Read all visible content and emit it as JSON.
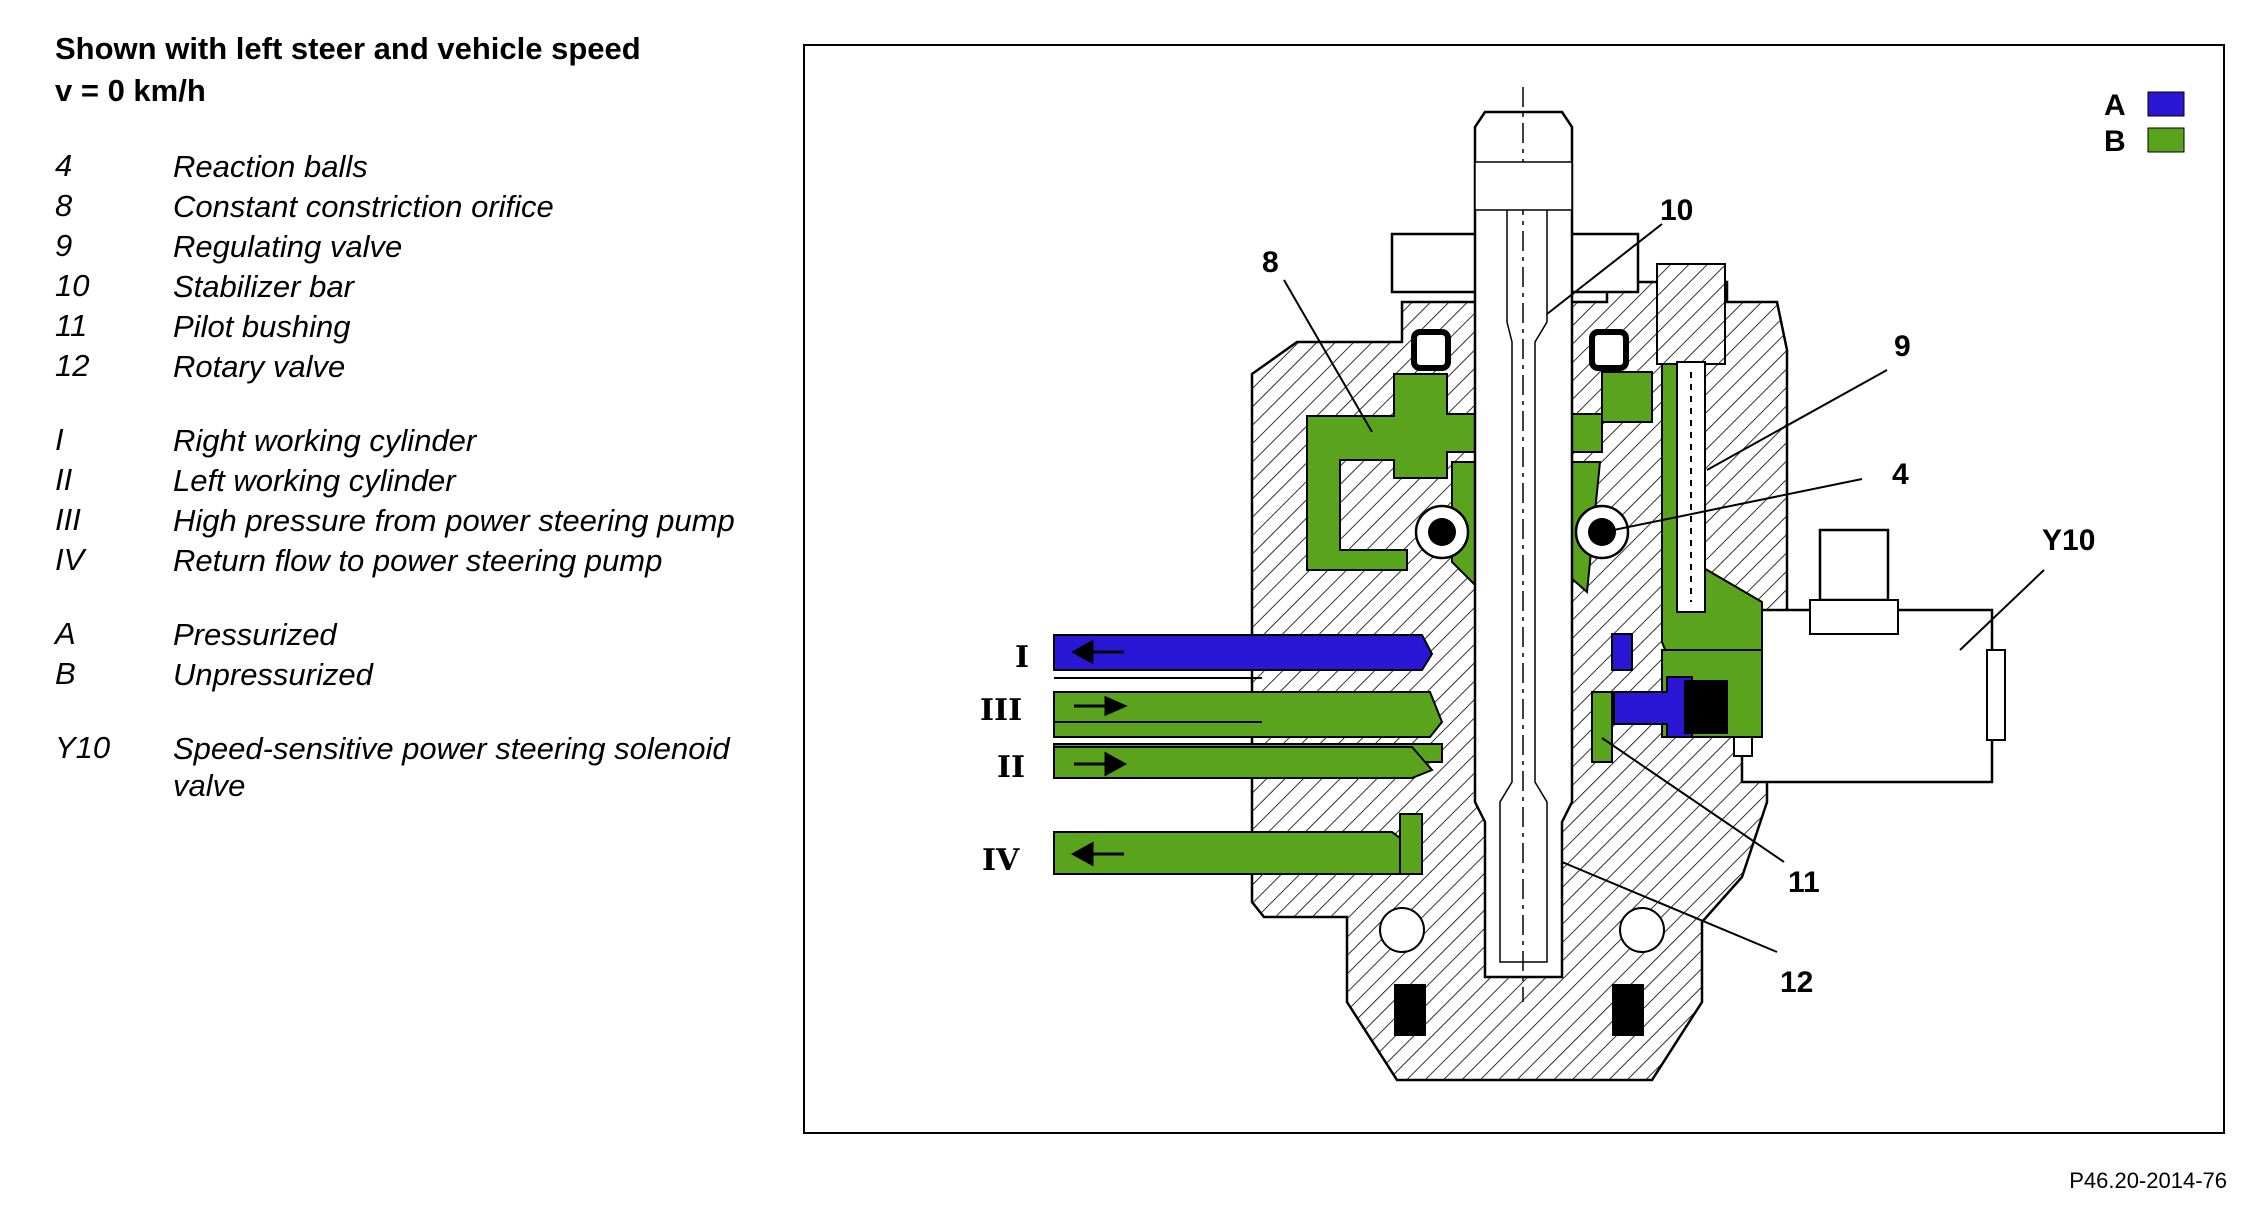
{
  "heading": [
    "Shown with left steer and vehicle speed",
    "v = 0 km/h"
  ],
  "legend": [
    [
      {
        "code": "4",
        "desc": "Reaction balls"
      },
      {
        "code": "8",
        "desc": "Constant constriction orifice"
      },
      {
        "code": "9",
        "desc": "Regulating valve"
      },
      {
        "code": "10",
        "desc": "Stabilizer bar"
      },
      {
        "code": "11",
        "desc": "Pilot bushing"
      },
      {
        "code": "12",
        "desc": "Rotary valve"
      }
    ],
    [
      {
        "code": "I",
        "desc": "Right working cylinder"
      },
      {
        "code": "II",
        "desc": "Left working cylinder"
      },
      {
        "code": "III",
        "desc": "High pressure from power steering pump"
      },
      {
        "code": "IV",
        "desc": "Return flow to power steering pump"
      }
    ],
    [
      {
        "code": "A",
        "desc": "Pressurized"
      },
      {
        "code": "B",
        "desc": "Unpressurized"
      }
    ],
    [
      {
        "code": "Y10",
        "desc": "Speed-sensitive power steering solenoid valve"
      }
    ]
  ],
  "diagram": {
    "callouts": {
      "c10": "10",
      "c8": "8",
      "c9": "9",
      "c4": "4",
      "cY10": "Y10",
      "c11": "11",
      "c12": "12"
    },
    "ports": {
      "p1": "I",
      "p3": "III",
      "p2": "II",
      "p4": "IV"
    },
    "key": {
      "a_label": "A",
      "b_label": "B",
      "a_color": "#2a17d6",
      "b_color": "#5aa31c"
    }
  },
  "figure_id": "P46.20-2014-76"
}
